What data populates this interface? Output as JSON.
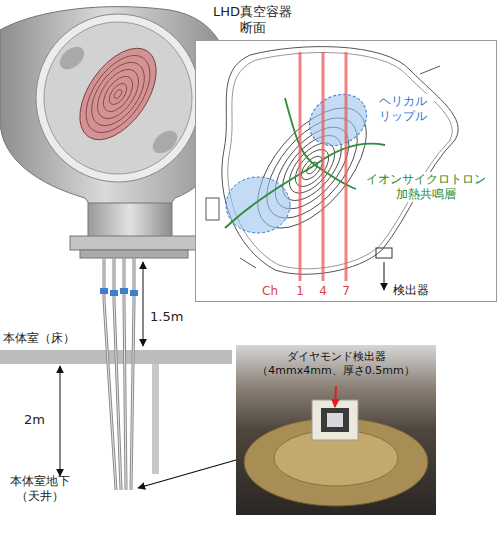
{
  "diagram": {
    "nodes": [
      {
        "text": [
          "ヘリカル リップル",
          "イオンサイクロトロン 加熱共鳴層",
          "Ch",
          "1",
          "4",
          "7",
          "検出器"
        ]
      },
      {
        "text": [
          "ダイヤモンド検出器 （4mmx4mm、厚さ0.5mm）"
        ]
      }
    ],
    "labels": [
      "LHD真空容器 断面",
      "1.5m",
      "本体室（床）",
      "2m",
      "本体室地下 （天井）"
    ]
  }
}
